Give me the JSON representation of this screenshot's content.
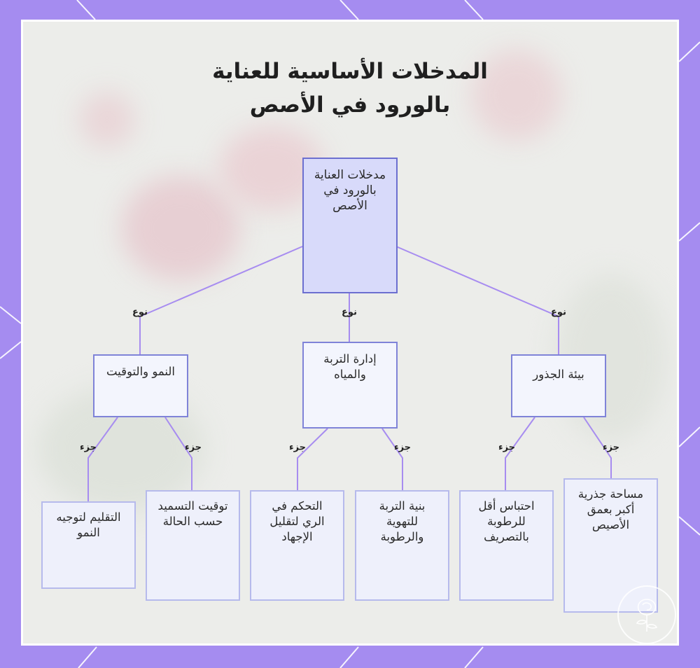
{
  "title_lines": [
    "المدخلات الأساسية للعناية",
    "بالورود في الأصص"
  ],
  "root": {
    "label": "مدخلات العناية بالورود في الأصص"
  },
  "categories": [
    {
      "label": "النمو والتوقيت",
      "edge_label": "نوع"
    },
    {
      "label": "إدارة التربة والمياه",
      "edge_label": "نوع"
    },
    {
      "label": "بيئة الجذور",
      "edge_label": "نوع"
    }
  ],
  "leaves": [
    {
      "label": "التقليم لتوجيه النمو",
      "edge_label": "جزء"
    },
    {
      "label": "توقيت التسميد حسب الحالة",
      "edge_label": "جزء"
    },
    {
      "label": "التحكم في الري لتقليل الإجهاد",
      "edge_label": "جزء"
    },
    {
      "label": "بنية التربة للتهوية والرطوبة",
      "edge_label": "جزء"
    },
    {
      "label": "احتباس أقل للرطوبة بالتصريف",
      "edge_label": "جزء"
    },
    {
      "label": "مساحة جذرية أكبر بعمق الأصيص",
      "edge_label": "جزء"
    }
  ],
  "colors": {
    "frame": "#a58cf0",
    "panel": "#ecedea",
    "connector": "#a78cf0",
    "root_fill": "#d8dafa",
    "root_border": "#6c6fd0",
    "node_fill": "#f3f5fd",
    "node_border": "#7f83d8",
    "leaf_border": "#b6baec"
  }
}
